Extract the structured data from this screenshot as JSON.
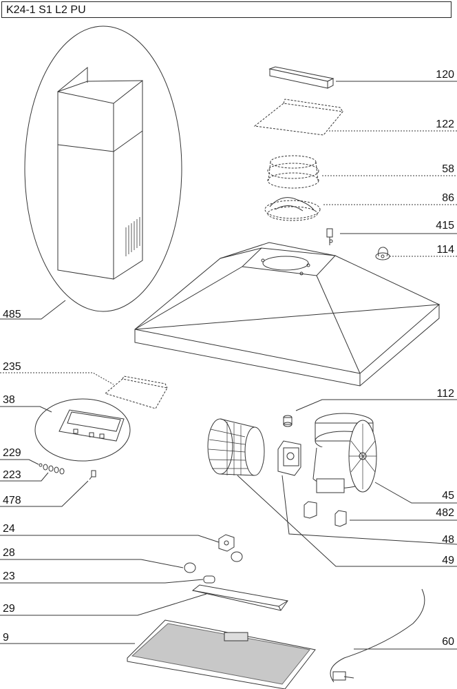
{
  "title": "K24-1 S1 L2 PU",
  "callouts": {
    "c120": "120",
    "c122": "122",
    "c58": "58",
    "c86": "86",
    "c415": "415",
    "c114": "114",
    "c485": "485",
    "c235": "235",
    "c38": "38",
    "c229": "229",
    "c223": "223",
    "c478": "478",
    "c112": "112",
    "c45": "45",
    "c482": "482",
    "c48": "48",
    "c49": "49",
    "c24": "24",
    "c28": "28",
    "c23": "23",
    "c29": "29",
    "c9": "9",
    "c60": "60"
  }
}
